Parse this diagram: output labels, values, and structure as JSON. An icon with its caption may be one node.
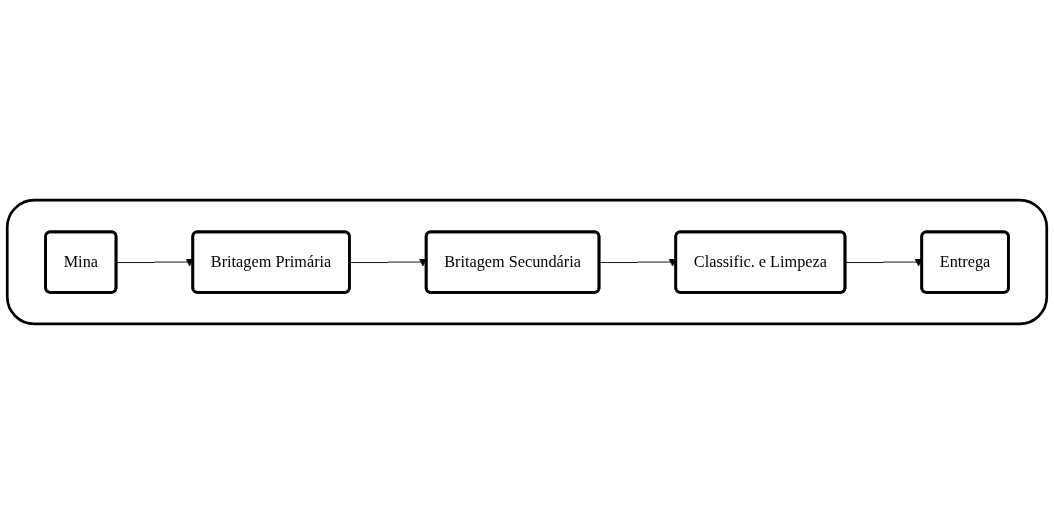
{
  "diagram": {
    "nodes": [
      {
        "text": [],
        "shape": "box"
      },
      {
        "text": [
          "Mina"
        ],
        "in": 0
      },
      {
        "text": [
          "Britagem Primária"
        ],
        "in": 0
      },
      {
        "text": [
          "Britagem Secundária"
        ],
        "in": 0
      },
      {
        "text": [
          "Classific. e Limpeza"
        ],
        "in": 0
      },
      {
        "text": [
          "Entrega"
        ],
        "in": 0
      }
    ],
    "edges": [
      {
        "from": 1,
        "to": 2,
        "arrow": "to"
      },
      {
        "from": 2,
        "to": 3,
        "arrow": "to"
      },
      {
        "from": 3,
        "to": 4,
        "arrow": "to"
      },
      {
        "from": 4,
        "to": 5,
        "arrow": "to"
      }
    ]
  }
}
